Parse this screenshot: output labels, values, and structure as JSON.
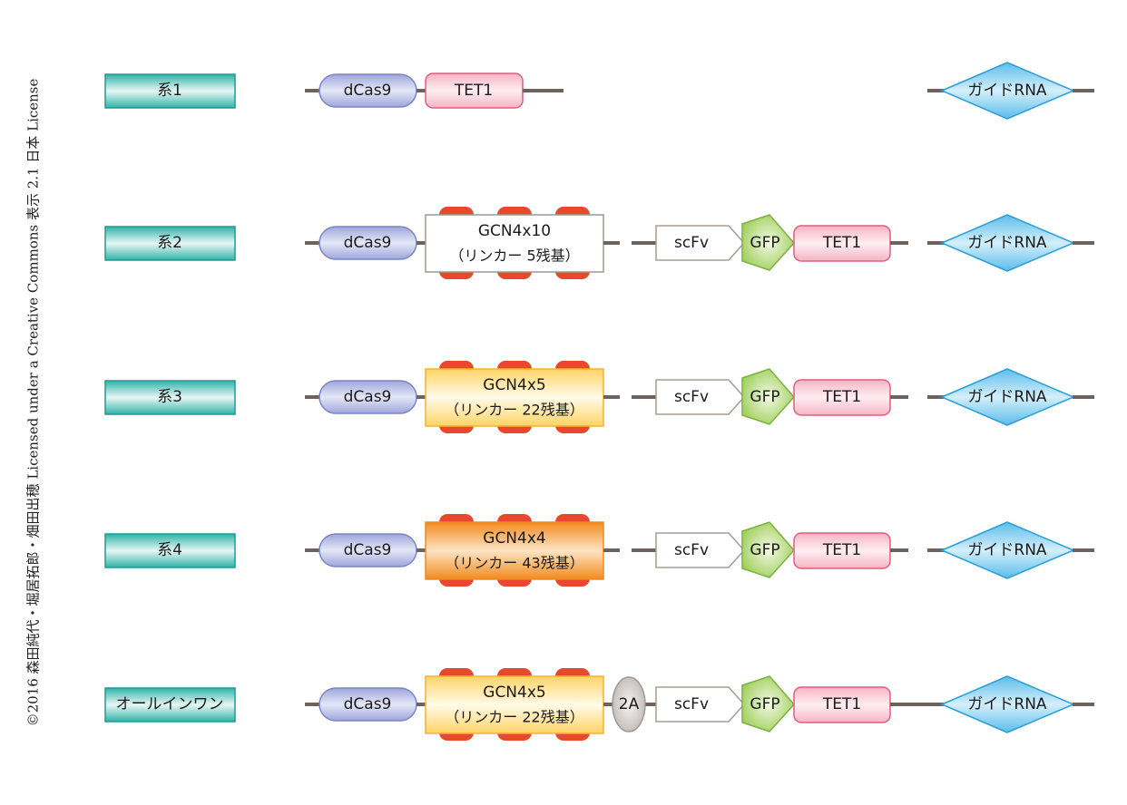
{
  "credit": "©2016 森田純代・堀居拓郎・畑田出穂 Licensed under a Creative Commons 表示 2.1 日本 License",
  "colors": {
    "line": "#6e625c",
    "label_fill_top": "#2fb3a8",
    "label_fill_mid": "#e8f6f4",
    "label_border": "#1f9a94",
    "dcas9_fill": "#b7bde3",
    "dcas9_border": "#7b85c6",
    "tet1_fill": "#fbd2dc",
    "tet1_border": "#e05d7e",
    "gfp_fill": "#a8d46a",
    "gfp_border": "#7ab33a",
    "scfv_border": "#a89a92",
    "rna_fill": "#7ccbf0",
    "rna_border": "#2a9fd8",
    "tab_fill": "#e9482c",
    "twoa_fill": "#d2cdca",
    "twoa_border": "#a09893",
    "gcn4_white_border": "#a09893",
    "gcn4_yellow_fill": "#ffe9a0",
    "gcn4_yellow_border": "#f2b233",
    "gcn4_orange_fill": "#f8a848",
    "gcn4_orange_border": "#ee8a22"
  },
  "rows": [
    {
      "label": "系1",
      "dcas9": "dCas9",
      "gcn4": null,
      "tet1_direct": "TET1",
      "two_a": null,
      "scfv": null,
      "gfp": null,
      "tet1": null,
      "guide_rna": "ガイドRNA",
      "connected": false
    },
    {
      "label": "系2",
      "dcas9": "dCas9",
      "gcn4": {
        "line1": "GCN4x10",
        "line2": "（リンカー 5残基）",
        "style": "white"
      },
      "tet1_direct": null,
      "two_a": null,
      "scfv": "scFv",
      "gfp": "GFP",
      "tet1": "TET1",
      "guide_rna": "ガイドRNA",
      "connected": false
    },
    {
      "label": "系3",
      "dcas9": "dCas9",
      "gcn4": {
        "line1": "GCN4x5",
        "line2": "（リンカー 22残基）",
        "style": "yellow"
      },
      "tet1_direct": null,
      "two_a": null,
      "scfv": "scFv",
      "gfp": "GFP",
      "tet1": "TET1",
      "guide_rna": "ガイドRNA",
      "connected": false
    },
    {
      "label": "系4",
      "dcas9": "dCas9",
      "gcn4": {
        "line1": "GCN4x4",
        "line2": "（リンカー 43残基）",
        "style": "orange"
      },
      "tet1_direct": null,
      "two_a": null,
      "scfv": "scFv",
      "gfp": "GFP",
      "tet1": "TET1",
      "guide_rna": "ガイドRNA",
      "connected": false
    },
    {
      "label": "オールインワン",
      "dcas9": "dCas9",
      "gcn4": {
        "line1": "GCN4x5",
        "line2": "（リンカー 22残基）",
        "style": "yellow"
      },
      "tet1_direct": null,
      "two_a": "2A",
      "scfv": "scFv",
      "gfp": "GFP",
      "tet1": "TET1",
      "guide_rna": "ガイドRNA",
      "connected": true
    }
  ]
}
